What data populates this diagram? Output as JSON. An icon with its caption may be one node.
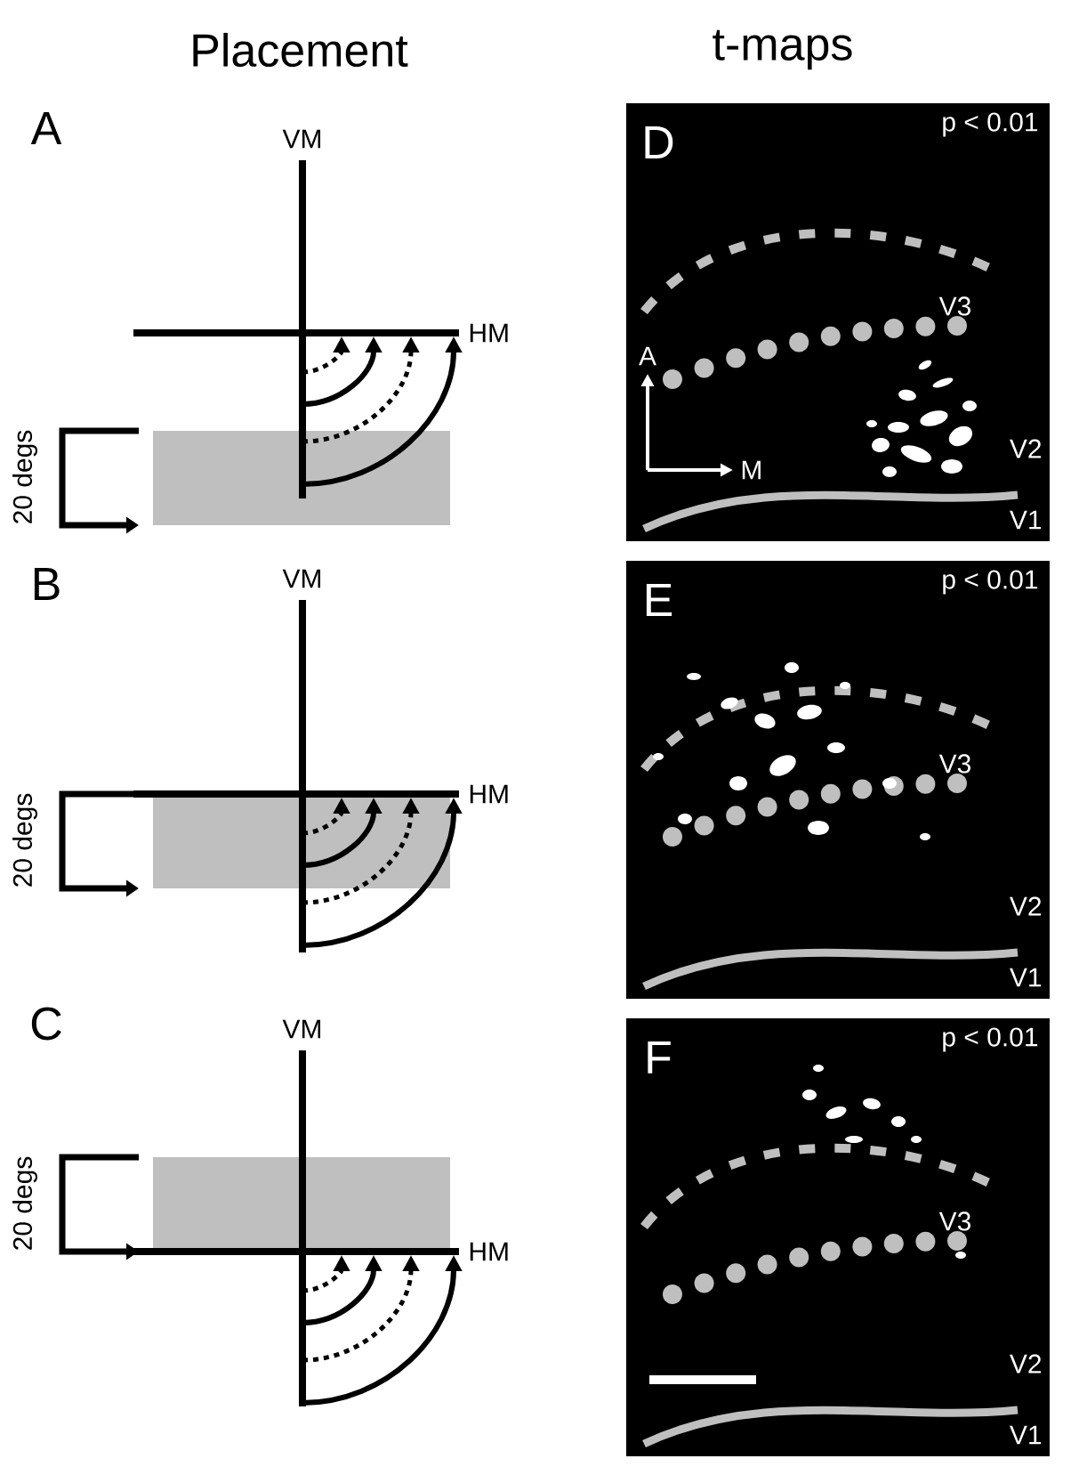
{
  "diagram": {
    "labels": [
      "Placement",
      "t-maps",
      "A",
      "VM",
      "HM",
      "20 degs",
      "D",
      "p < 0.01",
      "V3",
      "A",
      "M",
      "V2",
      "V1",
      "B",
      "VM",
      "HM",
      "20 degs",
      "E",
      "p < 0.01",
      "V3",
      "V2",
      "V1",
      "C",
      "VM",
      "HM",
      "20 degs",
      "F",
      "p < 0.01",
      "V3",
      "V2",
      "V1"
    ]
  }
}
